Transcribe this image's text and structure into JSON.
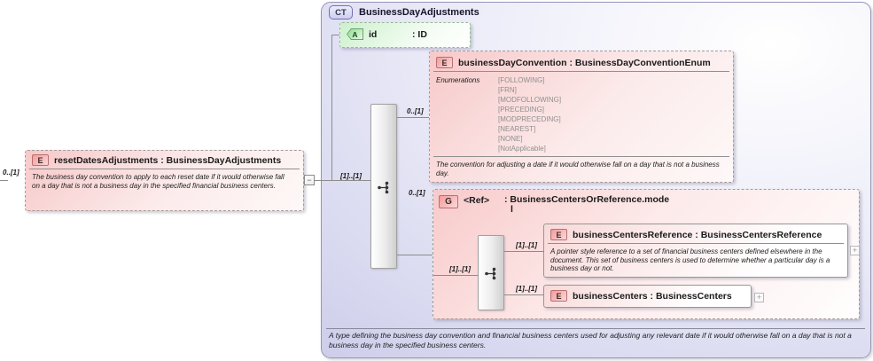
{
  "left_element": {
    "badge": "E",
    "title": "resetDatesAdjustments : BusinessDayAdjustments",
    "cardinality": "0..[1]",
    "description": "The business day convention to apply to each reset date if it would otherwise fall on a day that is not a business day in the specified financial business centers.",
    "collapse_glyph": "−"
  },
  "container": {
    "badge": "CT",
    "title": "BusinessDayAdjustments",
    "footer": "A type defining the business day convention and financial business centers used for adjusting any relevant date if it would otherwise fall on a day that is not a business day in the specified business centers."
  },
  "attribute": {
    "badge": "A",
    "name": "id",
    "type": ": ID"
  },
  "outer_sequence": {
    "cardinality": "[1]..[1]"
  },
  "business_day_convention": {
    "badge": "E",
    "cardinality": "0..[1]",
    "title": "businessDayConvention : BusinessDayConventionEnum",
    "enumerations_label": "Enumerations",
    "enumerations": [
      "[FOLLOWING]",
      "[FRN]",
      "[MODFOLLOWING]",
      "[PRECEDING]",
      "[MODPRECEDING]",
      "[NEAREST]",
      "[NONE]",
      "[NotApplicable]"
    ],
    "description": "The convention for adjusting a date if it would otherwise fall on a day that is not a business day."
  },
  "group": {
    "badge": "G",
    "cardinality": "0..[1]",
    "name": "<Ref>",
    "type_line1": ": BusinessCentersOrReference.mode",
    "type_line2": "l",
    "sequence_cardinality": "[1]..[1]"
  },
  "business_centers_reference": {
    "badge": "E",
    "cardinality": "[1]..[1]",
    "title": "businessCentersReference : BusinessCentersReference",
    "description": "A pointer style reference to a set of financial business centers defined elsewhere in the document. This set of business centers is used to determine whether a particular day is a business day or not.",
    "expand_glyph": "+"
  },
  "business_centers": {
    "badge": "E",
    "cardinality": "[1]..[1]",
    "title": "businessCenters : BusinessCenters",
    "expand_glyph": "+"
  },
  "colors": {
    "container_fill": "#d9d9f0",
    "element_fill": "#f7c9c9",
    "attribute_fill": "#cdf0cd",
    "badge_border": "#b87070",
    "connector_gray": "#8c8c8c"
  }
}
